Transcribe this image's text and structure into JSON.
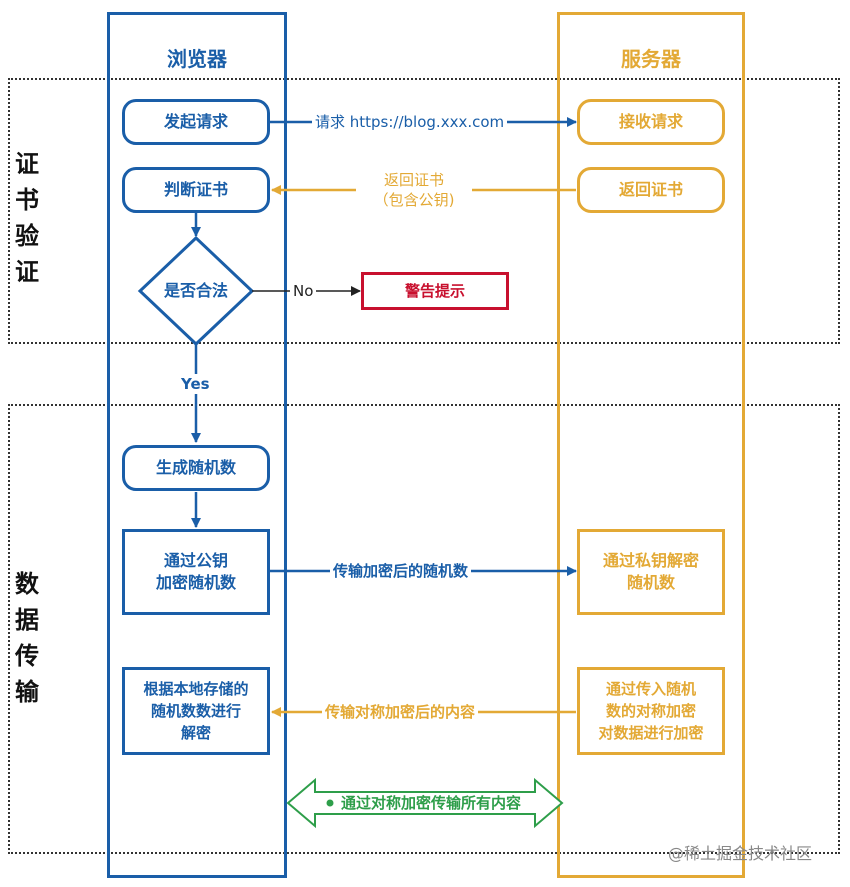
{
  "lanes": {
    "browser": "浏览器",
    "server": "服务器"
  },
  "sections": {
    "cert": "证书验证",
    "data": "数据传输"
  },
  "nodes": {
    "send_request": "发起请求",
    "receive_request": "接收请求",
    "judge_cert": "判断证书",
    "return_cert": "返回证书",
    "is_valid": "是否合法",
    "warning": "警告提示",
    "gen_random": "生成随机数",
    "encrypt_line1": "通过公钥",
    "encrypt_line2": "加密随机数",
    "decrypt_random_line1": "通过私钥解密",
    "decrypt_random_line2": "随机数",
    "local_decrypt_line1": "根据本地存储的",
    "local_decrypt_line2": "随机数数进行",
    "local_decrypt_line3": "解密",
    "server_encrypt_line1": "通过传入随机",
    "server_encrypt_line2": "数的对称加密",
    "server_encrypt_line3": "对数据进行加密"
  },
  "edges": {
    "request": "请求 https://blog.xxx.com",
    "return_cert_line1": "返回证书",
    "return_cert_line2": "（包含公钥)",
    "no": "No",
    "yes": "Yes",
    "transfer_random": "传输加密后的随机数",
    "transfer_content": "传输对称加密后的内容",
    "all_content": "通过对称加密传输所有内容"
  },
  "watermark": "@稀土掘金技术社区",
  "colors": {
    "browser": "#1a5ea8",
    "server": "#e3a935",
    "warning": "#c8102e",
    "symmetric": "#2e9e4a"
  }
}
